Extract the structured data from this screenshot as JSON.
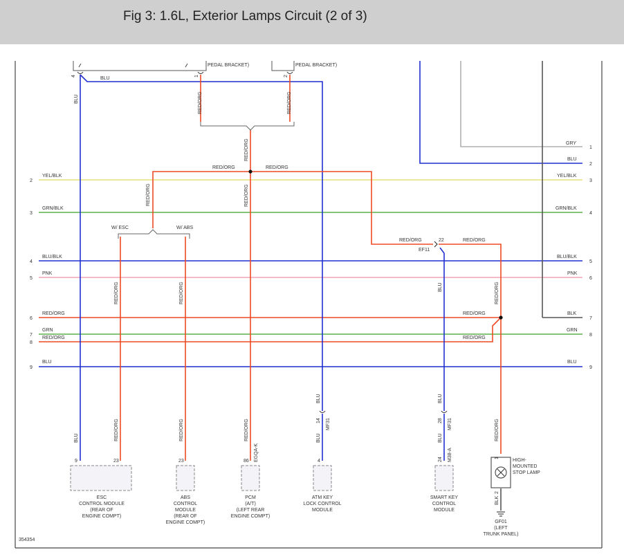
{
  "header": {
    "title": "Fig 3: 1.6L, Exterior Lamps Circuit (2 of 3)"
  },
  "colors": {
    "BLU": "#1f2fd0",
    "RED/ORG": "#ee4a24",
    "YEL/BLK": "#e8e07a",
    "GRN/BLK": "#5ab04a",
    "GRN": "#5ab04a",
    "PNK": "#f2a2b8",
    "BLK": "#555555",
    "GRY": "#b0b0b0",
    "frame": "#444444"
  },
  "diagram": {
    "top_connectors": [
      {
        "label": "PEDAL BRACKET)"
      },
      {
        "label": "PEDAL BRACKET)"
      }
    ],
    "pins": {
      "a": "4",
      "b": "1",
      "c": "2",
      "ef11_pin": "22",
      "ef11": "EF11",
      "esc_blu": "9",
      "esc_red": "23",
      "abs_red": "23",
      "pcm_pin": "86",
      "pcm_conn": "EGQA-K",
      "atm_pin": "4",
      "atm_splice_pin": "14",
      "atm_splice": "MF31",
      "smk_splice_pin": "28",
      "smk_splice": "MF31",
      "smk_pin": "24",
      "smk_conn": "M38-A",
      "lamp_1": "1",
      "lamp_2": "2"
    },
    "wire_labels": {
      "blu": "BLU",
      "red_org": "RED/ORG",
      "yel_blk": "YEL/BLK",
      "grn_blk": "GRN/BLK",
      "blu_blk": "BLU/BLK",
      "pnk": "PNK",
      "grn": "GRN",
      "blk": "BLK",
      "gry": "GRY"
    },
    "options": {
      "esc": "W/ ESC",
      "abs": "W/ ABS"
    },
    "left_numbers": [
      "2",
      "3",
      "4",
      "5",
      "6",
      "7",
      "8",
      "9"
    ],
    "right_numbers": [
      "1",
      "2",
      "3",
      "4",
      "5",
      "6",
      "7",
      "8",
      "9"
    ],
    "components": {
      "esc": [
        "ESC",
        "CONTROL MODULE",
        "(REAR OF",
        "ENGINE COMPT)"
      ],
      "abs": [
        "ABS",
        "CONTROL",
        "MODULE",
        "(REAR OF",
        "ENGINE COMPT)"
      ],
      "pcm": [
        "PCM",
        "(A/T)",
        "(LEFT REAR",
        "ENGINE COMPT)"
      ],
      "atm": [
        "ATM KEY",
        "LOCK CONTROL",
        "MODULE"
      ],
      "smart": [
        "SMART KEY",
        "CONTROL",
        "MODULE"
      ],
      "lamp": [
        "HIGH-",
        "MOUNTED",
        "STOP LAMP"
      ],
      "ground": [
        "GF01",
        "(LEFT",
        "TRUNK PANEL)"
      ]
    },
    "figure_id": "354354"
  }
}
